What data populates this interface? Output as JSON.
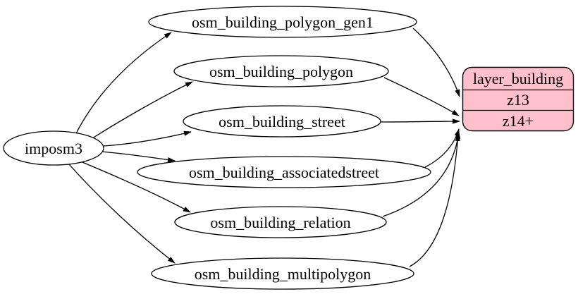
{
  "diagram": {
    "type": "graphviz-flow",
    "colors": {
      "background": "#ffffff",
      "node_fill": "#ffffff",
      "node_stroke": "#000000",
      "edge": "#000000",
      "layer_node_fill": "#ffc0cb",
      "text": "#000000"
    },
    "source": {
      "label": "imposm3"
    },
    "tables": [
      {
        "label": "osm_building_polygon_gen1"
      },
      {
        "label": "osm_building_polygon"
      },
      {
        "label": "osm_building_street"
      },
      {
        "label": "osm_building_associatedstreet"
      },
      {
        "label": "osm_building_relation"
      },
      {
        "label": "osm_building_multipolygon"
      }
    ],
    "layer": {
      "title": "layer_building",
      "rows": [
        {
          "label": "z13"
        },
        {
          "label": "z14+"
        }
      ]
    },
    "edges": [
      {
        "from": "imposm3",
        "to": "osm_building_polygon_gen1"
      },
      {
        "from": "imposm3",
        "to": "osm_building_polygon"
      },
      {
        "from": "imposm3",
        "to": "osm_building_street"
      },
      {
        "from": "imposm3",
        "to": "osm_building_associatedstreet"
      },
      {
        "from": "imposm3",
        "to": "osm_building_relation"
      },
      {
        "from": "imposm3",
        "to": "osm_building_multipolygon"
      },
      {
        "from": "osm_building_polygon_gen1",
        "to": "layer_building.z13"
      },
      {
        "from": "osm_building_polygon",
        "to": "layer_building.z14+"
      },
      {
        "from": "osm_building_street",
        "to": "layer_building.z14+"
      },
      {
        "from": "osm_building_associatedstreet",
        "to": "layer_building.z14+"
      },
      {
        "from": "osm_building_relation",
        "to": "layer_building.z14+"
      },
      {
        "from": "osm_building_multipolygon",
        "to": "layer_building.z14+"
      }
    ]
  }
}
